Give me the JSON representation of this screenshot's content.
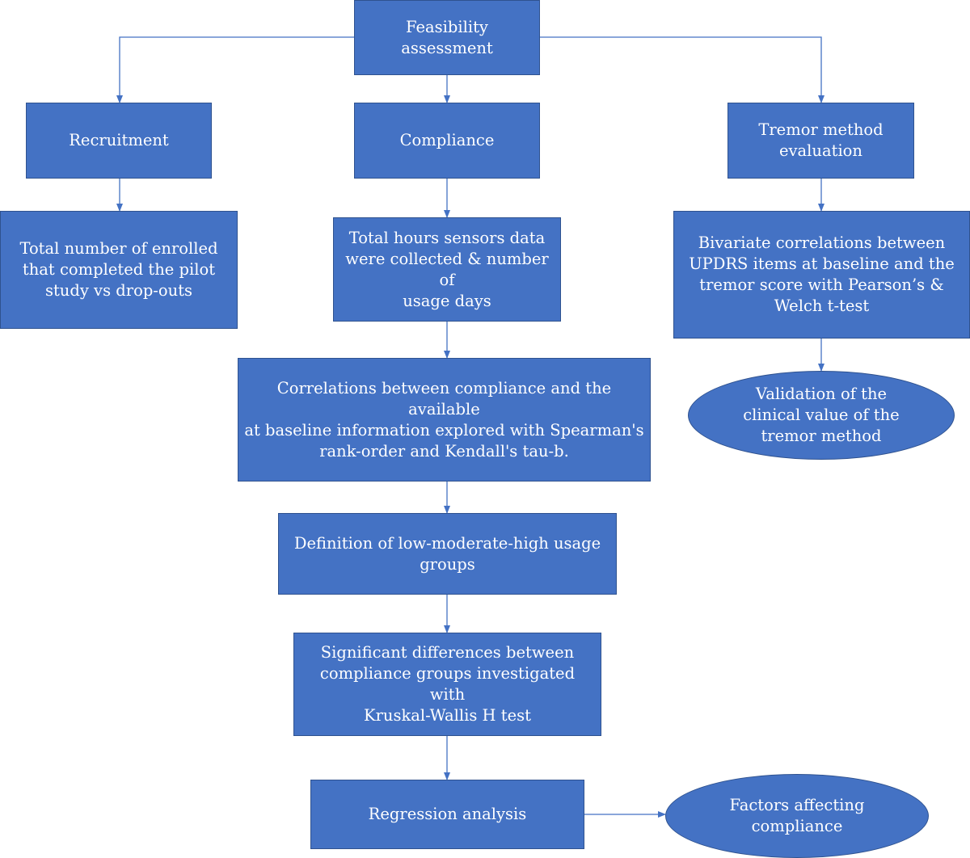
{
  "nodes": {
    "feasibility": "Feasibility assessment",
    "recruitment": "Recruitment",
    "compliance": "Compliance",
    "tremor": [
      "Tremor method",
      "evaluation"
    ],
    "enrolled": [
      "Total number of enrolled",
      "that completed the pilot",
      "study vs drop-outs"
    ],
    "hours": [
      "Total hours sensors data",
      "were collected & number of",
      "usage days"
    ],
    "bivariate": [
      "Bivariate correlations between",
      "UPDRS items at baseline and the",
      "tremor score with Pearson’s &",
      "Welch t-test"
    ],
    "correlations": [
      "Correlations between compliance and the available",
      "at baseline information explored with Spearman's",
      "rank-order and Kendall's tau-b."
    ],
    "validation": [
      "Validation of the",
      "clinical value of the",
      "tremor method"
    ],
    "definition": [
      "Definition of low-moderate-high usage",
      "groups"
    ],
    "significant": [
      "Significant differences between",
      "compliance groups investigated with",
      "Kruskal-Wallis H test"
    ],
    "regression": "Regression analysis",
    "factors": [
      "Factors affecting",
      "compliance"
    ]
  },
  "colors": {
    "box_fill": "#4472C4",
    "box_border": "#2F528F",
    "text": "#FFFFFF",
    "connector": "#4472C4"
  }
}
